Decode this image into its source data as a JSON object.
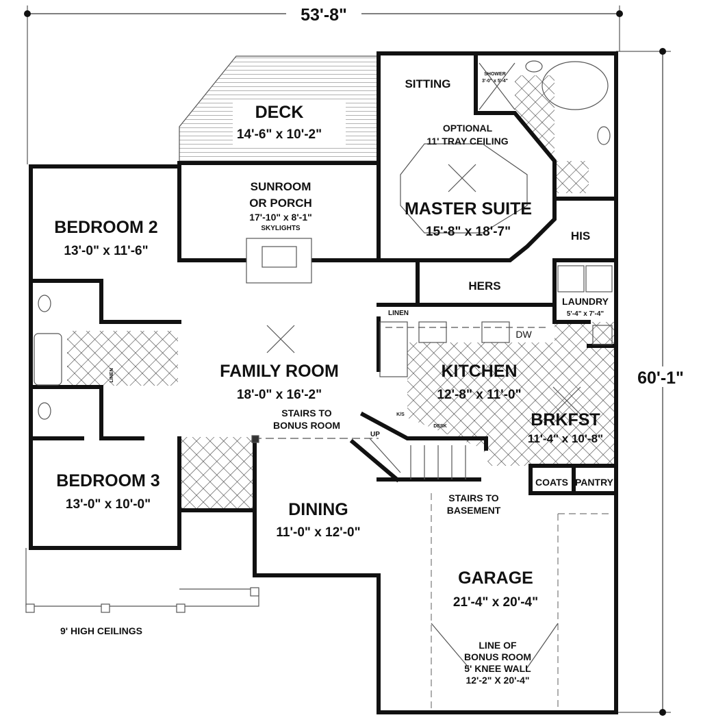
{
  "dimensions": {
    "width": "53'-8\"",
    "depth": "60'-1\""
  },
  "rooms": {
    "deck": {
      "name": "DECK",
      "size": "14'-6\" x 10'-2\""
    },
    "sunroom": {
      "name1": "SUNROOM",
      "name2": "OR PORCH",
      "size": "17'-10\" x 8'-1\"",
      "note": "SKYLIGHTS"
    },
    "sitting": {
      "name": "SITTING"
    },
    "shower": {
      "name": "SHOWER",
      "size": "3'-0\" x 5'-4\""
    },
    "tray": {
      "line1": "OPTIONAL",
      "line2": "11' TRAY CEILING"
    },
    "master": {
      "name": "MASTER SUITE",
      "size": "15'-8\" x 18'-7\""
    },
    "his": {
      "name": "HIS"
    },
    "hers": {
      "name": "HERS"
    },
    "laundry": {
      "name": "LAUNDRY",
      "size": "5'-4\" x 7'-4\""
    },
    "linen_hall": {
      "name": "LINEN"
    },
    "linen_bath": {
      "name": "LINEN"
    },
    "bedroom2": {
      "name": "BEDROOM 2",
      "size": "13'-0\" x 11'-6\""
    },
    "bedroom3": {
      "name": "BEDROOM 3",
      "size": "13'-0\" x 10'-0\""
    },
    "family": {
      "name": "FAMILY ROOM",
      "size": "18'-0\" x 16'-2\""
    },
    "stairs_bonus": {
      "line1": "STAIRS TO",
      "line2": "BONUS ROOM",
      "up": "UP"
    },
    "kitchen": {
      "name": "KITCHEN",
      "size": "12'-8\" x 11'-0\"",
      "dw": "DW",
      "ks": "K/S",
      "desk": "DESK"
    },
    "brkfst": {
      "name": "BRKFST",
      "size": "11'-4\" x 10'-8\""
    },
    "coats": {
      "name": "COATS"
    },
    "pantry": {
      "name": "PANTRY"
    },
    "stairs_basement": {
      "line1": "STAIRS TO",
      "line2": "BASEMENT"
    },
    "dining": {
      "name": "DINING",
      "size": "11'-0\" x 12'-0\""
    },
    "garage": {
      "name": "GARAGE",
      "size": "21'-4\" x 20'-4\"",
      "note1": "LINE OF",
      "note2": "BONUS ROOM",
      "note3": "5' KNEE WALL",
      "note4": "12'-2\" X 20'-4\""
    }
  },
  "notes": {
    "ceilings": "9' HIGH CEILINGS"
  }
}
